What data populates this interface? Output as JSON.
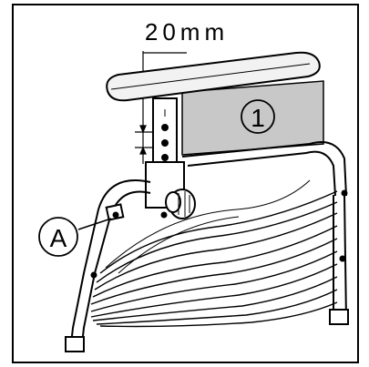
{
  "dimension_label": "20mm",
  "callouts": {
    "panel_number": "1",
    "attachment_letter": "A"
  },
  "colors": {
    "line": "#000000",
    "panel_fill": "#c8c8c8",
    "armrest_fill": "#f2f2f2",
    "background": "#ffffff"
  }
}
